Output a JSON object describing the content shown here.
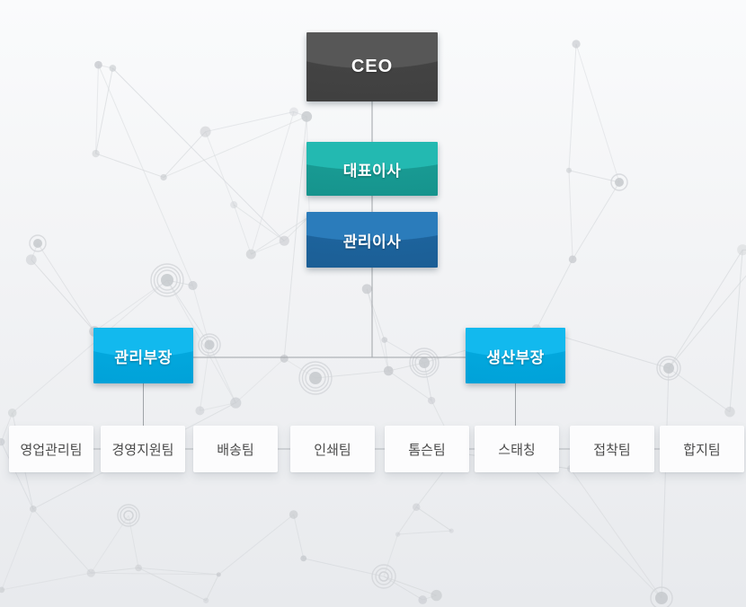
{
  "palette": {
    "ceo_top": "#575757",
    "ceo_bottom": "#434343",
    "ceo_bottom2": "#3e3e3e",
    "exec_top": "#23b9b1",
    "exec_bottom": "#189a93",
    "exec_bottom2": "#15918a",
    "director_top": "#2b7cbb",
    "director_bottom": "#1d639c",
    "director_bottom2": "#1a5c92",
    "manager_top": "#12b9ee",
    "manager_bottom": "#02a7dd",
    "manager_bottom2": "#009fd6",
    "team_bg": "#fcfcfd",
    "team_text": "#4b4b4b",
    "connector": "#9fa3a7",
    "connector_light": "#b4b8bc",
    "background_top": "#fafbfc",
    "background_bottom": "#e8eaed"
  },
  "org_chart": {
    "ceo": {
      "label": "CEO"
    },
    "executive": {
      "label": "대표이사"
    },
    "director": {
      "label": "관리이사"
    },
    "managers": [
      {
        "label": "관리부장"
      },
      {
        "label": "생산부장"
      }
    ],
    "teams": [
      {
        "label": "영업관리팀"
      },
      {
        "label": "경영지원팀"
      },
      {
        "label": "배송팀"
      },
      {
        "label": "인쇄팀"
      },
      {
        "label": "톰슨팀"
      },
      {
        "label": "스태칭"
      },
      {
        "label": "접착팀"
      },
      {
        "label": "합지팀"
      }
    ]
  }
}
